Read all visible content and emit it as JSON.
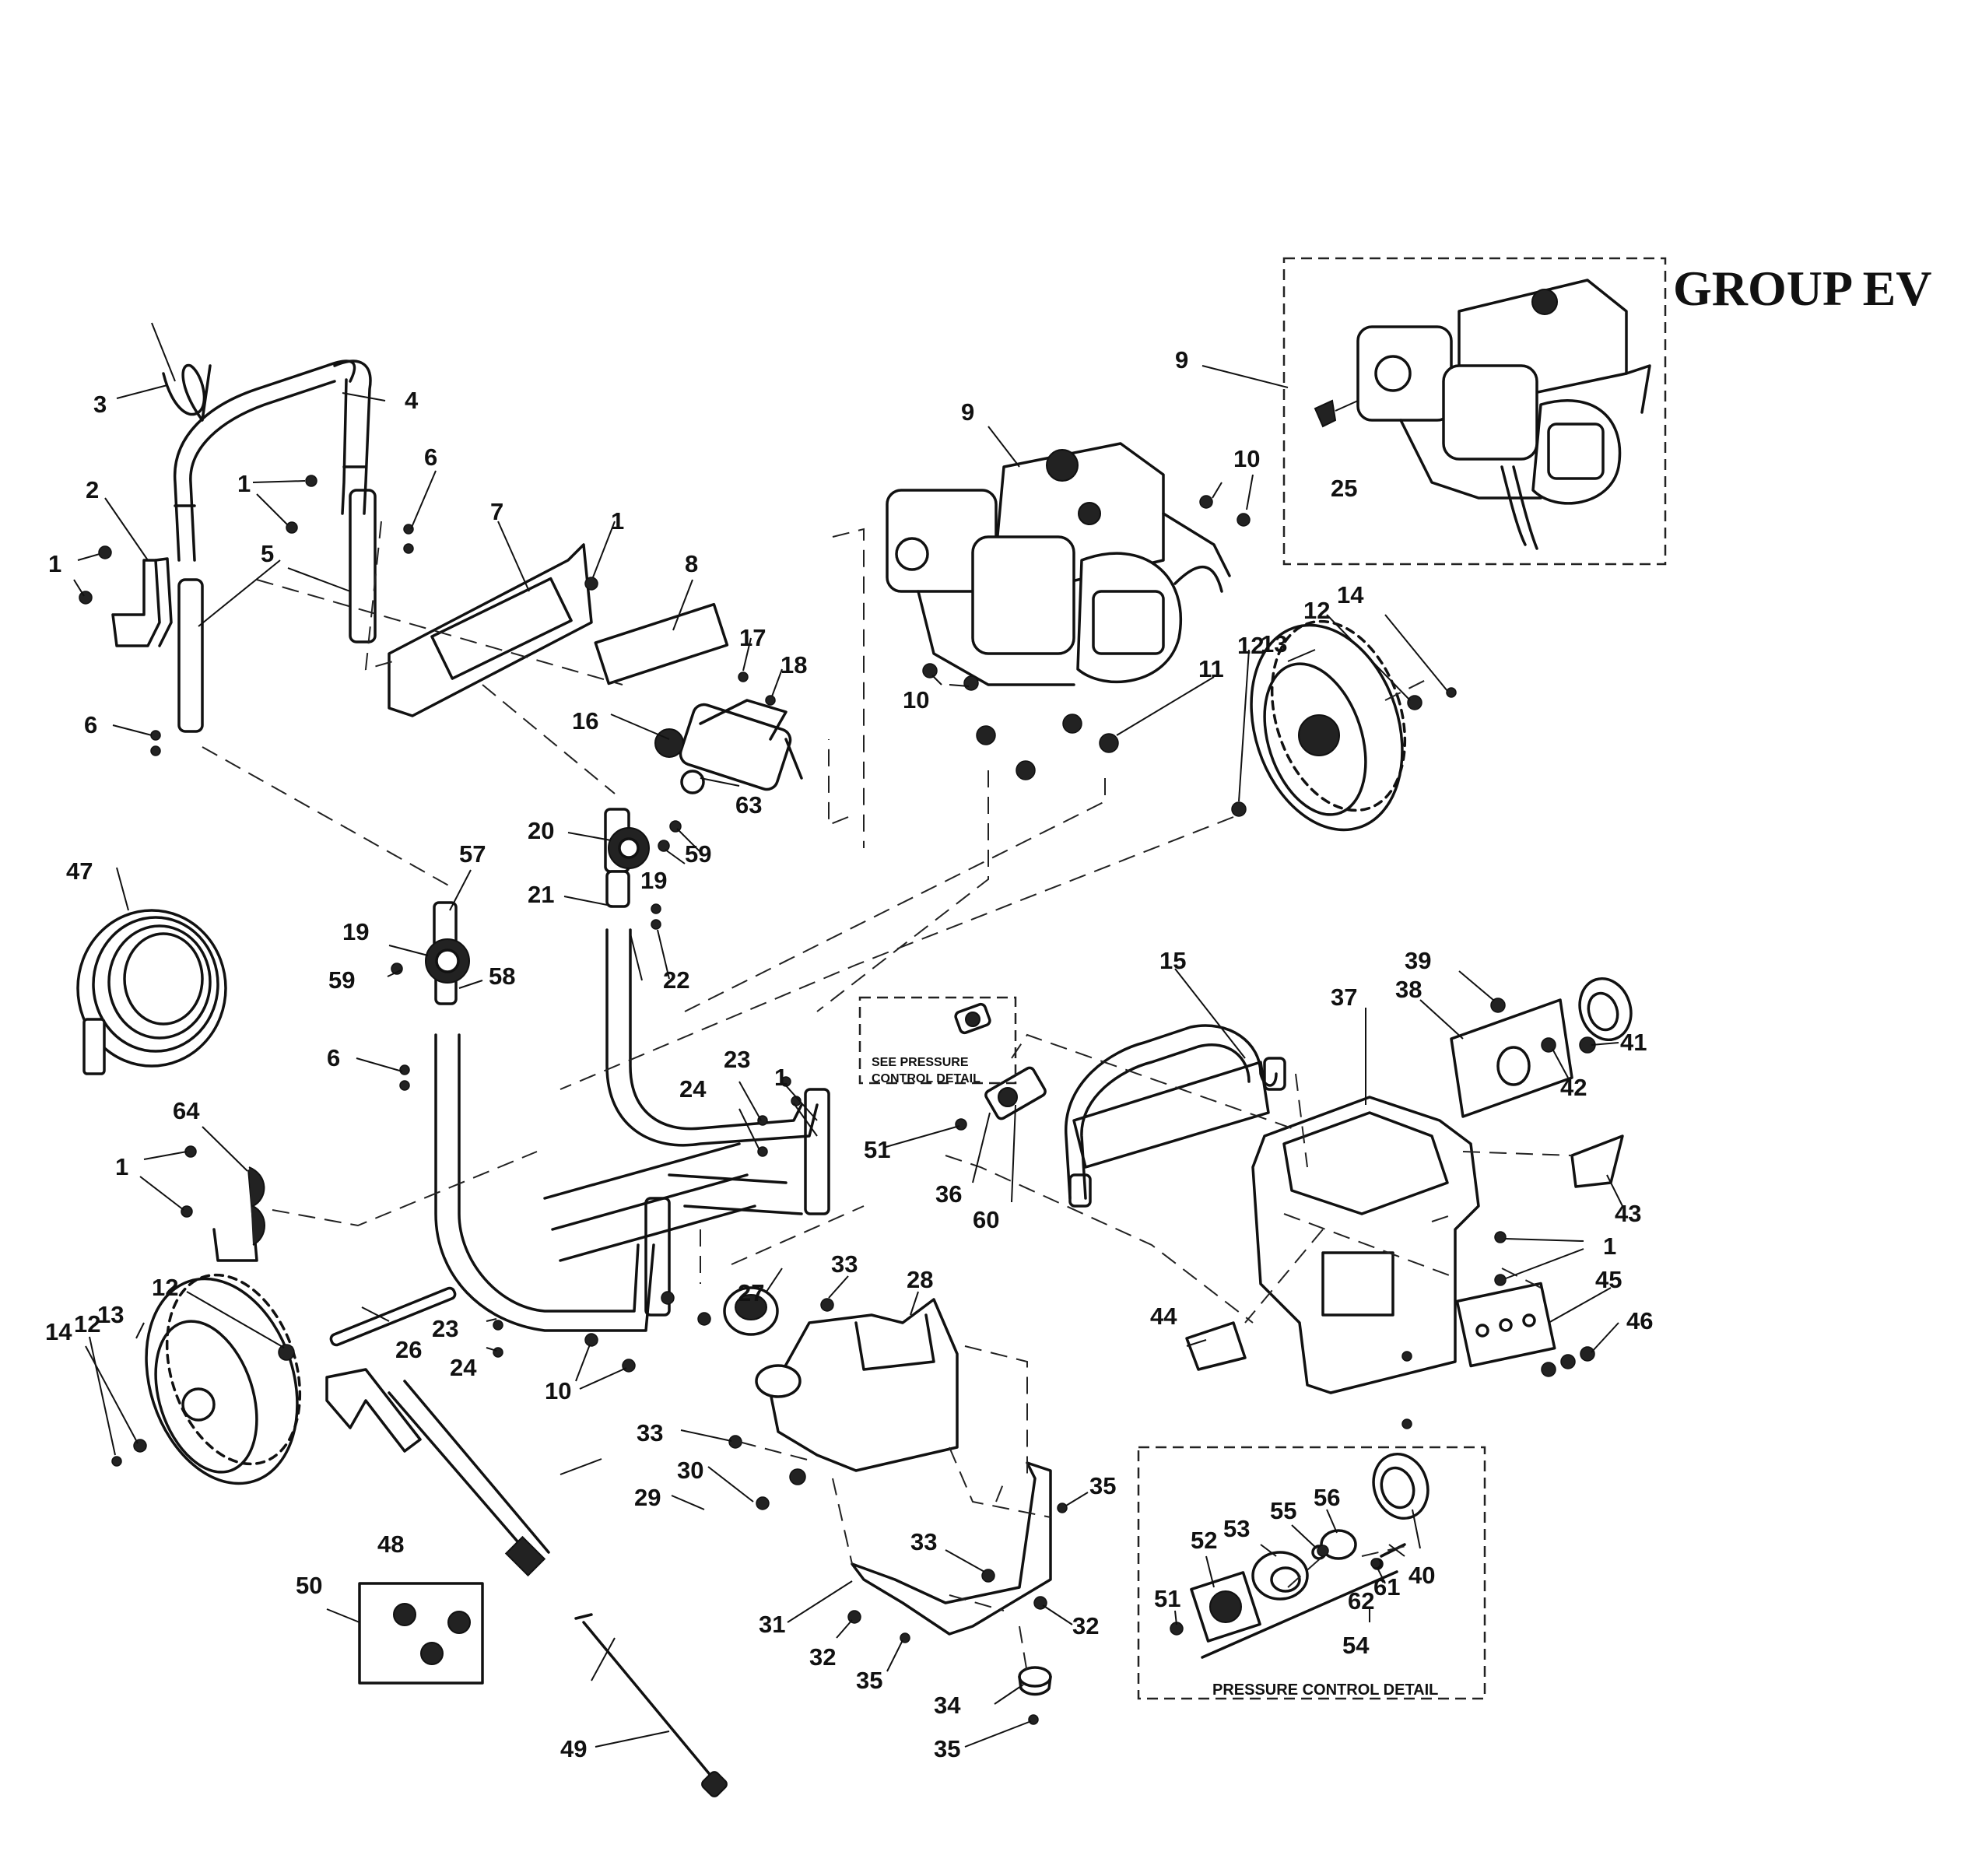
{
  "diagram": {
    "heading": "GROUP EV",
    "pressure_detail_link": {
      "line1": "SEE PRESSURE",
      "line2": "CONTROL DETAIL"
    },
    "pressure_detail_title": "PRESSURE CONTROL DETAIL",
    "callouts": [
      "1",
      "1",
      "1",
      "1",
      "1",
      "1",
      "1",
      "1",
      "2",
      "3",
      "4",
      "5",
      "5",
      "6",
      "6",
      "6",
      "7",
      "8",
      "9",
      "9",
      "10",
      "10",
      "10",
      "10",
      "11",
      "12",
      "12",
      "12",
      "12",
      "13",
      "13",
      "14",
      "14",
      "15",
      "16",
      "17",
      "18",
      "19",
      "19",
      "20",
      "21",
      "22",
      "23",
      "23",
      "24",
      "24",
      "25",
      "26",
      "27",
      "28",
      "29",
      "30",
      "31",
      "32",
      "32",
      "33",
      "33",
      "33",
      "34",
      "35",
      "35",
      "35",
      "36",
      "37",
      "38",
      "39",
      "40",
      "41",
      "42",
      "43",
      "44",
      "45",
      "46",
      "47",
      "48",
      "49",
      "50",
      "51",
      "51",
      "52",
      "53",
      "54",
      "55",
      "56",
      "57",
      "58",
      "59",
      "59",
      "60",
      "61",
      "62",
      "63",
      "64"
    ]
  }
}
